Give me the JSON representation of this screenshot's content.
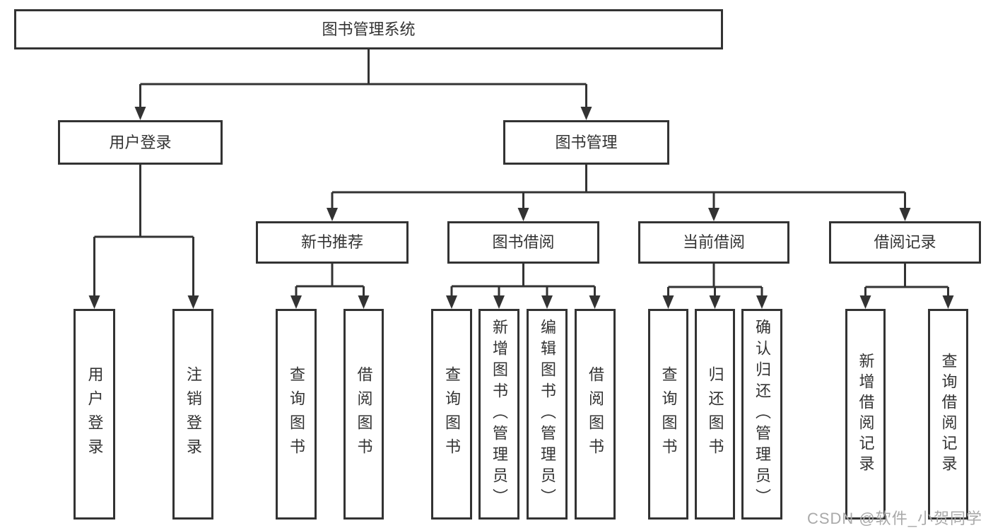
{
  "tree": {
    "root": "图书管理系统",
    "children": [
      {
        "label": "用户登录",
        "children": [
          {
            "label": "用户登录"
          },
          {
            "label": "注销登录"
          }
        ]
      },
      {
        "label": "图书管理",
        "children": [
          {
            "label": "新书推荐",
            "children": [
              {
                "label": "查询图书"
              },
              {
                "label": "借阅图书"
              }
            ]
          },
          {
            "label": "图书借阅",
            "children": [
              {
                "label": "查询图书"
              },
              {
                "label": "新增图书（管理员）"
              },
              {
                "label": "编辑图书（管理员）"
              },
              {
                "label": "借阅图书"
              }
            ]
          },
          {
            "label": "当前借阅",
            "children": [
              {
                "label": "查询图书"
              },
              {
                "label": "归还图书"
              },
              {
                "label": "确认归还（管理员）"
              }
            ]
          },
          {
            "label": "借阅记录",
            "children": [
              {
                "label": "新增借阅记录"
              },
              {
                "label": "查询借阅记录"
              }
            ]
          }
        ]
      }
    ]
  },
  "watermark": {
    "text": "CSDN @软件_小贺同学"
  },
  "colors": {
    "line": "#333333",
    "text": "#333333",
    "watermark": "#a9a9a9",
    "background": "#ffffff"
  }
}
